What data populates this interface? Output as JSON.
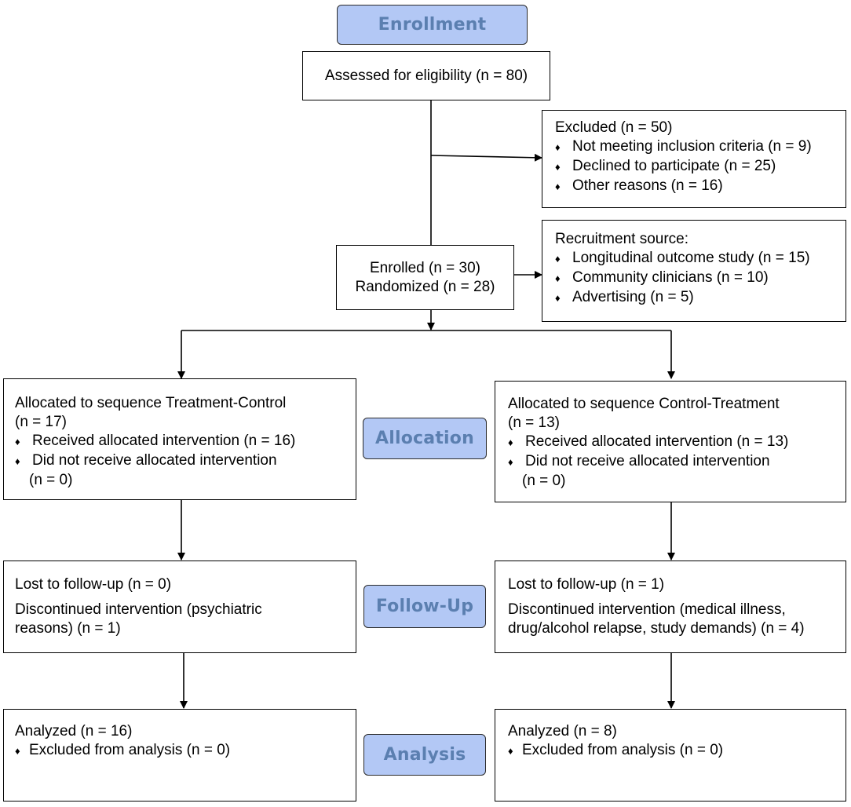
{
  "colors": {
    "stage_fill": "#b3c8f5",
    "stage_text": "#5b7fb0",
    "line": "#000000"
  },
  "stages": {
    "enrollment": "Enrollment",
    "allocation": "Allocation",
    "follow_up": "Follow-Up",
    "analysis": "Analysis"
  },
  "assessed": "Assessed for eligibility (n = 80)",
  "excluded": {
    "title": "Excluded  (n = 50)",
    "items": [
      "Not meeting inclusion criteria (n = 9)",
      "Declined to participate (n = 25)",
      "Other reasons (n = 16)"
    ]
  },
  "enrolled": {
    "line1": "Enrolled (n = 30)",
    "line2": "Randomized (n = 28)"
  },
  "recruitment": {
    "title": "Recruitment source:",
    "items": [
      "Longitudinal outcome study (n = 15)",
      "Community clinicians (n = 10)",
      "Advertising (n = 5)"
    ]
  },
  "left_arm": {
    "allocation": {
      "title": "Allocated to sequence Treatment-Control",
      "count": "(n = 17)",
      "received": "Received allocated intervention (n = 16)",
      "not_received": "Did not receive allocated intervention",
      "not_received_n": "(n = 0)"
    },
    "follow_up": {
      "lost": "Lost to follow-up (n = 0)",
      "discontinued_1": "Discontinued intervention (psychiatric",
      "discontinued_2": "reasons) (n = 1)"
    },
    "analysis": {
      "analyzed": "Analyzed (n = 16)",
      "excluded": "Excluded from analysis (n = 0)"
    }
  },
  "right_arm": {
    "allocation": {
      "title": "Allocated to sequence Control-Treatment",
      "count": "(n = 13)",
      "received": "Received allocated intervention (n = 13)",
      "not_received": "Did not receive allocated intervention",
      "not_received_n": "(n = 0)"
    },
    "follow_up": {
      "lost": "Lost to follow-up (n = 1)",
      "discontinued_1": "Discontinued intervention (medical illness,",
      "discontinued_2": "drug/alcohol relapse, study demands) (n = 4)"
    },
    "analysis": {
      "analyzed": "Analyzed  (n = 8)",
      "excluded": "Excluded from analysis (n = 0)"
    }
  }
}
